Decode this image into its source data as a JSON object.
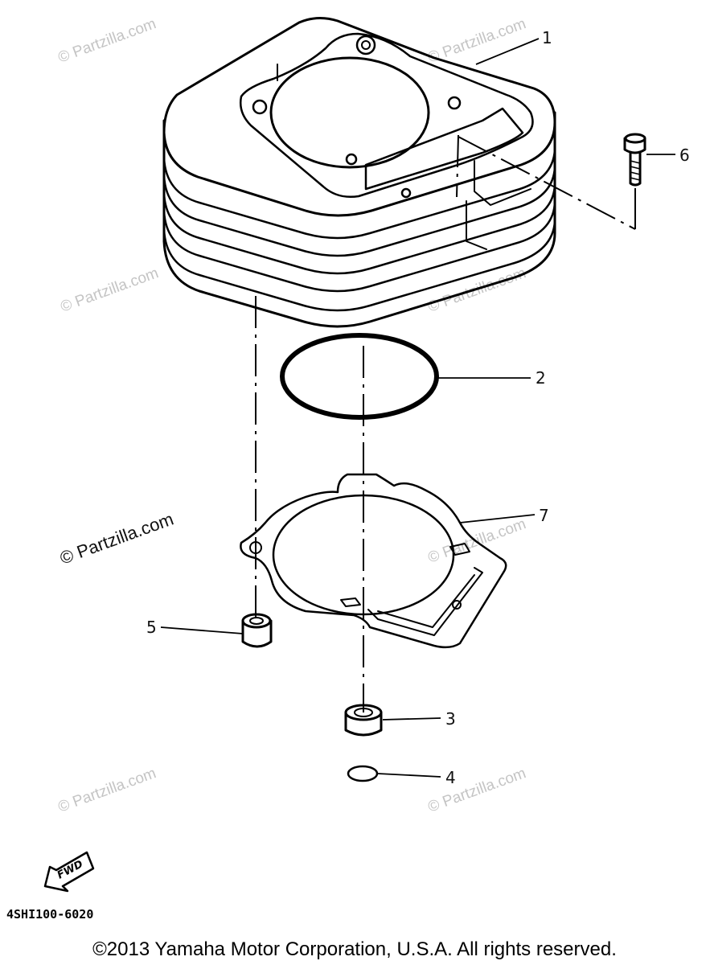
{
  "watermarks": [
    {
      "text": "© Partzilla.com"
    },
    {
      "text": "© Partzilla.com"
    },
    {
      "text": "© Partzilla.com"
    },
    {
      "text": "© Partzilla.com"
    },
    {
      "text": "© Partzilla.com"
    },
    {
      "text": "© Partzilla.com"
    },
    {
      "text": "© Partzilla.com"
    },
    {
      "text": "© Partzilla.com"
    }
  ],
  "callouts": [
    "1",
    "2",
    "3",
    "4",
    "5",
    "6",
    "7"
  ],
  "fwd_label": "FWD",
  "part_code": "4SHI100-6020",
  "copyright": "©2013  Yamaha Motor Corporation, U.S.A. All rights reserved."
}
